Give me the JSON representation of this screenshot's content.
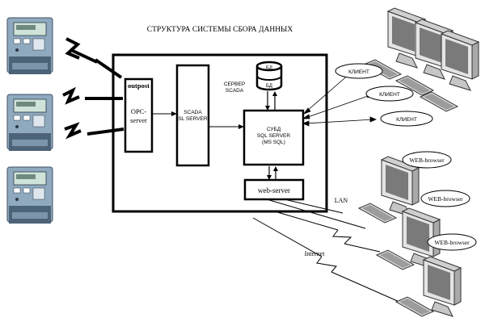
{
  "title": "СТРУКТУРА СИСТЕМЫ СБОРА ДАННЫХ",
  "outpost": "outpost",
  "opc_line1": "OPC-",
  "opc_line2": "server",
  "scada_line1": "SCADA",
  "scada_line2": "SL SERVER",
  "scada_server_line1": "СЕРВЕР",
  "scada_server_line2": "SCADA",
  "db_top": "БД",
  "db_bottom": "БД",
  "dbms_line1": "СУБД",
  "dbms_line2": "SQL SERVER",
  "dbms_line3": "(MS SQL)",
  "web_server": "web-server",
  "client1": "КЛИЕНТ",
  "client2": "КЛИЕНТ",
  "client3": "КЛИЕНТ",
  "web_browser1": "WEB-browser",
  "web_browser2": "WEB-browser",
  "web_browser3": "WEB-browser",
  "lan": "LAN",
  "internet": "Internet",
  "colors": {
    "meter_body": "#8fa9bf",
    "meter_dark": "#4d6378",
    "meter_screen": "#cfe3d9",
    "monitor_light": "#e4e4e4",
    "monitor_dark": "#7a7a7a",
    "stroke": "#000000"
  }
}
